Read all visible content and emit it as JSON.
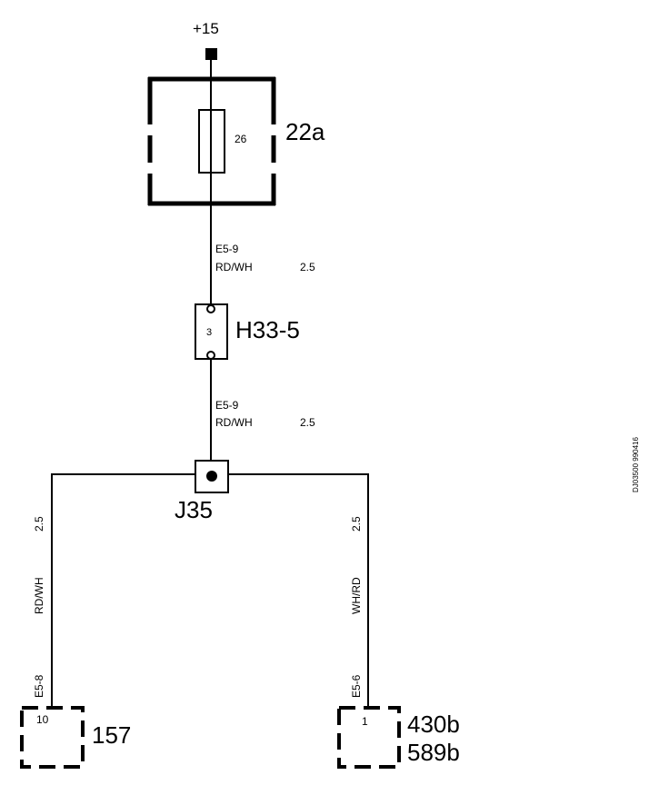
{
  "supply": {
    "label": "+15"
  },
  "fuse_box": {
    "id": "22a",
    "fuse_number": "26"
  },
  "wire_upper": {
    "code": "E5-9",
    "color": "RD/WH",
    "size": "2.5"
  },
  "connector_h33": {
    "id": "H33-5",
    "pin": "3"
  },
  "wire_middle": {
    "code": "E5-9",
    "color": "RD/WH",
    "size": "2.5"
  },
  "junction": {
    "id": "J35"
  },
  "wire_left": {
    "code": "E5-8",
    "color": "RD/WH",
    "size": "2.5"
  },
  "wire_right": {
    "code": "E5-6",
    "color": "WH/RD",
    "size": "2.5"
  },
  "component_left": {
    "id": "157",
    "pin": "10"
  },
  "component_right": {
    "id_line1": "430b",
    "id_line2": "589b",
    "pin": "1"
  },
  "drawing_ref": {
    "text": "DJ03500 990416"
  }
}
